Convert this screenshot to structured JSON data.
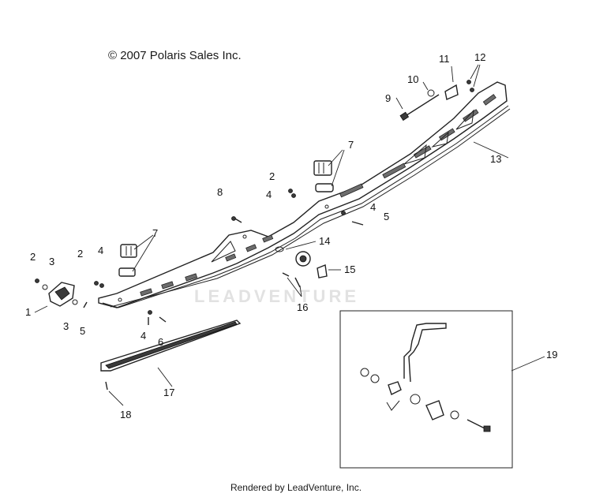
{
  "header": {
    "copyright": "© 2007 Polaris Sales Inc."
  },
  "footer": {
    "rendered_by": "Rendered by LeadVenture, Inc."
  },
  "watermark": "LEADVENTURE",
  "callouts": {
    "c1": "1",
    "c2a": "2",
    "c2b": "2",
    "c2c": "2",
    "c3a": "3",
    "c3b": "3",
    "c4a": "4",
    "c4b": "4",
    "c4c": "4",
    "c4d": "4",
    "c5a": "5",
    "c5b": "5",
    "c6": "6",
    "c7a": "7",
    "c7b": "7",
    "c8": "8",
    "c9": "9",
    "c10": "10",
    "c11": "11",
    "c12": "12",
    "c13": "13",
    "c14": "14",
    "c15": "15",
    "c16": "16",
    "c17": "17",
    "c18": "18",
    "c19": "19"
  }
}
